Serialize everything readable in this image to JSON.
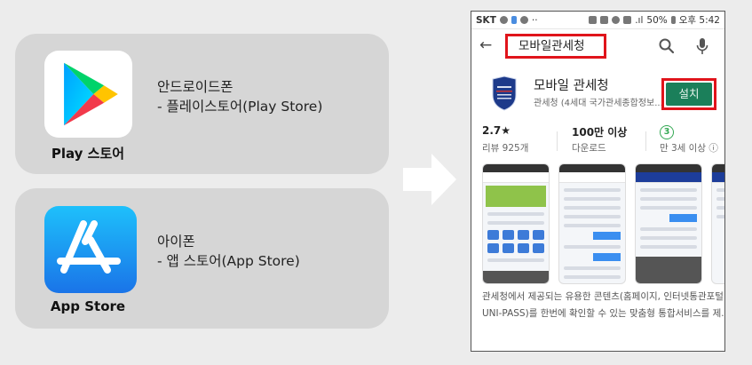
{
  "cards": {
    "android": {
      "icon_caption": "Play 스토어",
      "line1": "안드로이드폰",
      "line2": "- 플레이스토어(Play Store)"
    },
    "iphone": {
      "icon_caption": "App Store",
      "line1": "아이폰",
      "line2": "- 앱 스토어(App Store)"
    }
  },
  "phone": {
    "status_bar": {
      "carrier": "SKT",
      "battery": "50%",
      "time": "오후 5:42"
    },
    "search": {
      "query": "모바일관세청"
    },
    "app": {
      "name": "모바일 관세청",
      "developer": "관세청 (4세대 국가관세종합정보...",
      "install_label": "설치"
    },
    "stats": [
      {
        "value": "2.7★",
        "label": "리뷰 925개"
      },
      {
        "value": "100만 이상",
        "label": "다운로드"
      },
      {
        "value": "3",
        "label": "만 3세 이상 ⓘ"
      }
    ],
    "description": [
      "관세청에서 제공되는 유용한 콘텐츠(홈페이지, 인터넷통관포털",
      "UNI-PASS)를 한번에 확인할 수 있는 맞춤형 통합서비스를 제..."
    ]
  },
  "colors": {
    "highlight_red": "#e0141b",
    "install_green": "#1b7f5a",
    "card_bg": "#d6d6d6",
    "page_bg": "#ececec"
  }
}
